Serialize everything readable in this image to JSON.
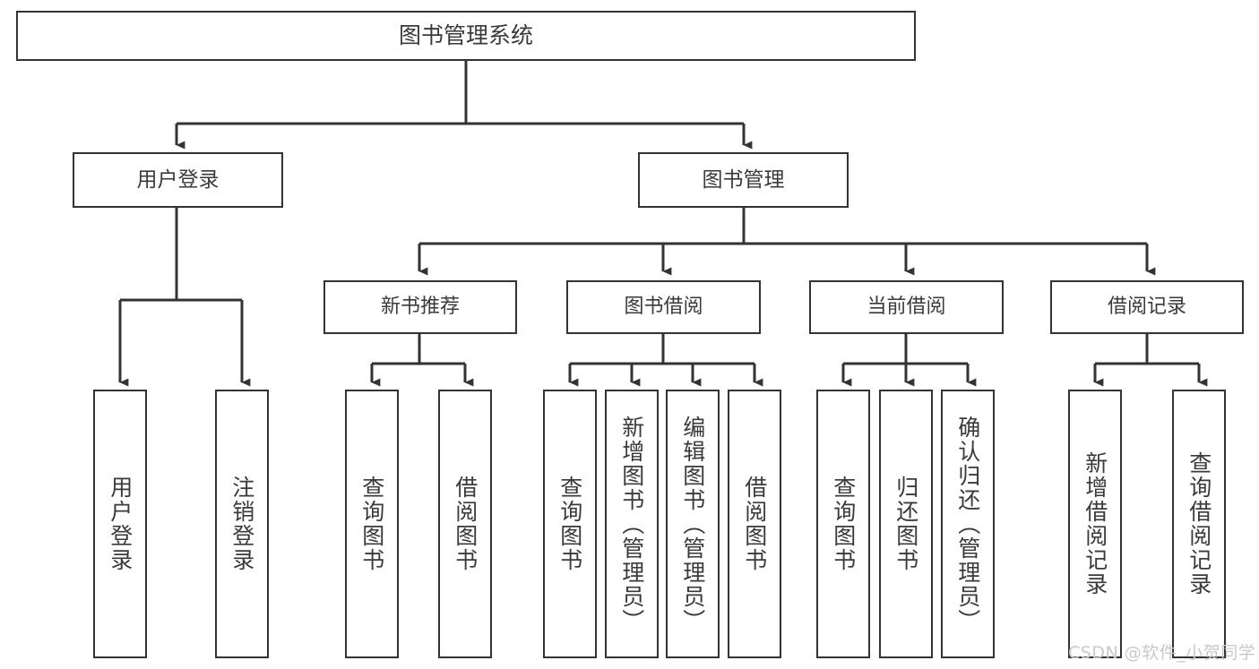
{
  "diagram": {
    "title": "图书管理系统",
    "watermark": "CSDN @软件_小贺同学",
    "colors": {
      "box_border": "#333333",
      "box_fill": "#ffffff",
      "text": "#3a3a3a",
      "edge": "#333333",
      "watermark": "#c9c9c9",
      "background": "#ffffff"
    },
    "nodes": {
      "root": {
        "label": "图书管理系统"
      },
      "level2": [
        {
          "id": "user-login",
          "label": "用户登录"
        },
        {
          "id": "book-manage",
          "label": "图书管理"
        }
      ],
      "level3": [
        {
          "id": "new-book-recommend",
          "label": "新书推荐"
        },
        {
          "id": "book-borrow",
          "label": "图书借阅"
        },
        {
          "id": "current-borrow",
          "label": "当前借阅"
        },
        {
          "id": "borrow-record",
          "label": "借阅记录"
        }
      ],
      "leaves": [
        {
          "id": "leaf-user-login",
          "label": "用户登录",
          "parent": "user-login"
        },
        {
          "id": "leaf-logout-login",
          "label": "注销登录",
          "parent": "user-login"
        },
        {
          "id": "leaf-query-book-1",
          "label": "查询图书",
          "parent": "new-book-recommend"
        },
        {
          "id": "leaf-borrow-book-1",
          "label": "借阅图书",
          "parent": "new-book-recommend"
        },
        {
          "id": "leaf-query-book-2",
          "label": "查询图书",
          "parent": "book-borrow"
        },
        {
          "id": "leaf-add-book",
          "label": "新增图书（管理员）",
          "parent": "book-borrow"
        },
        {
          "id": "leaf-edit-book",
          "label": "编辑图书（管理员）",
          "parent": "book-borrow"
        },
        {
          "id": "leaf-borrow-book-2",
          "label": "借阅图书",
          "parent": "book-borrow"
        },
        {
          "id": "leaf-query-book-3",
          "label": "查询图书",
          "parent": "current-borrow"
        },
        {
          "id": "leaf-return-book",
          "label": "归还图书",
          "parent": "current-borrow"
        },
        {
          "id": "leaf-confirm-return",
          "label": "确认归还（管理员）",
          "parent": "current-borrow"
        },
        {
          "id": "leaf-add-record",
          "label": "新增借阅记录",
          "parent": "borrow-record"
        },
        {
          "id": "leaf-query-record",
          "label": "查询借阅记录",
          "parent": "borrow-record"
        }
      ]
    }
  }
}
